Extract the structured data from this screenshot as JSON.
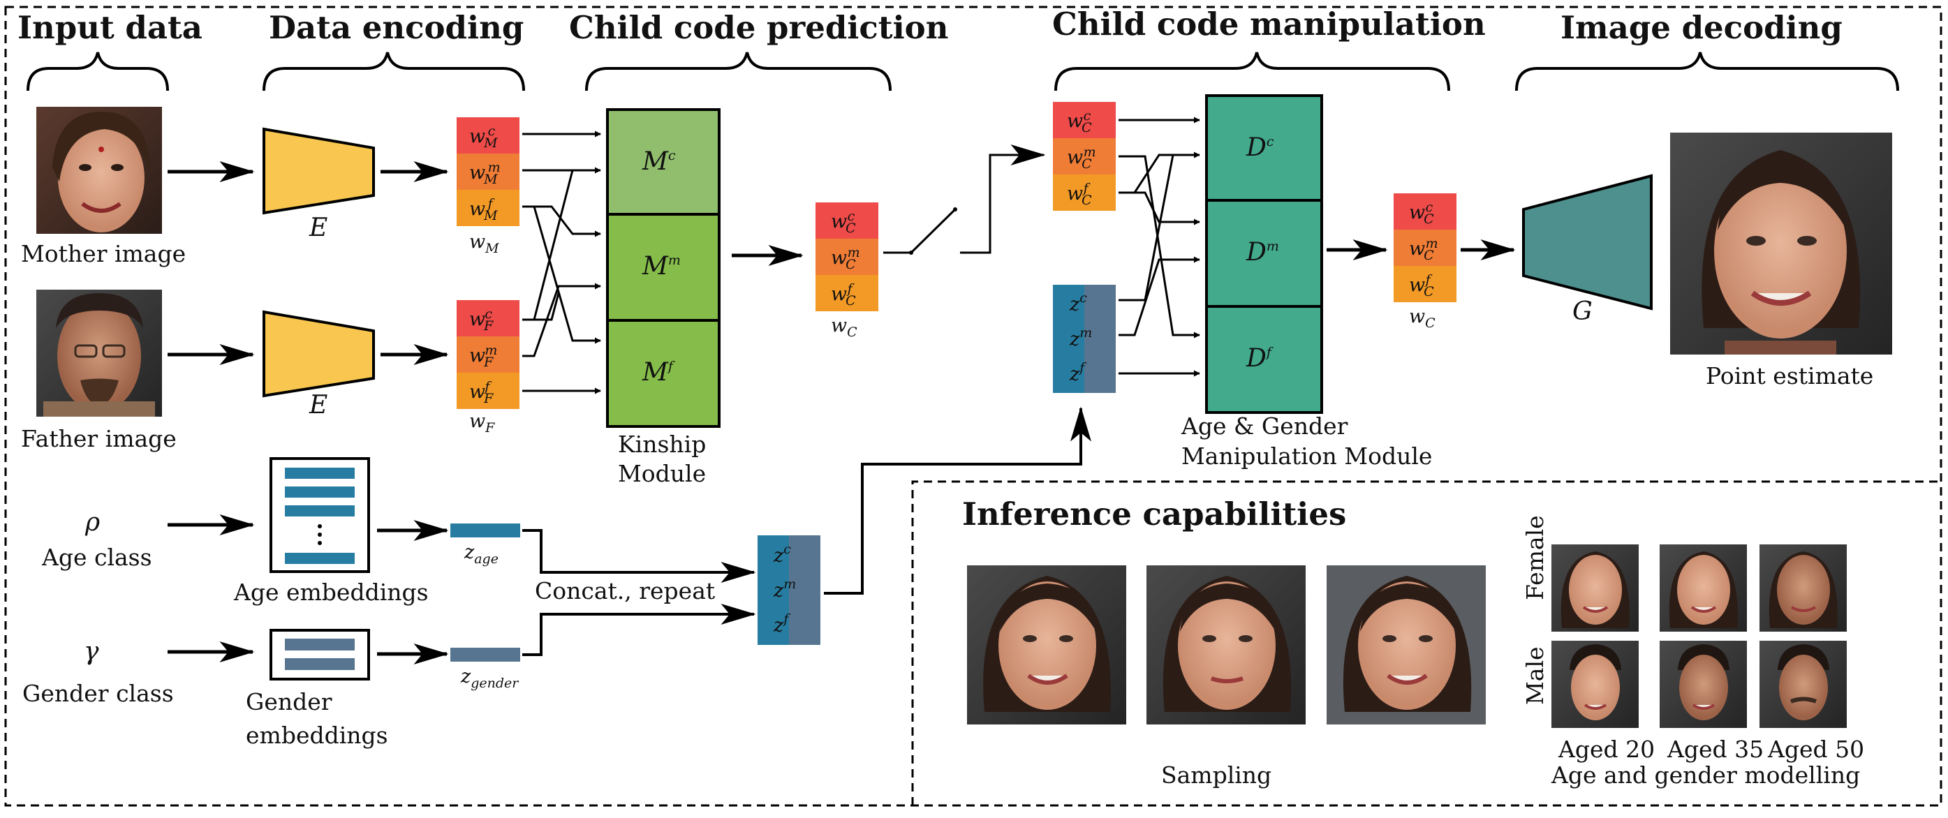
{
  "headers": {
    "input_data": "Input data",
    "data_encoding": "Data encoding",
    "child_code_prediction": "Child code prediction",
    "child_code_manipulation": "Child code manipulation",
    "image_decoding": "Image decoding",
    "inference_capabilities": "Inference capabilities"
  },
  "inputs": {
    "mother_image": "Mother image",
    "father_image": "Father image",
    "age_symbol": "ρ",
    "age_class": "Age class",
    "gender_symbol": "γ",
    "gender_class": "Gender class"
  },
  "encoding": {
    "encoder_label": "E",
    "age_embeddings": "Age embeddings",
    "gender_embeddings_line1": "Gender",
    "gender_embeddings_line2": "embeddings",
    "z_age": "z",
    "z_age_sub": "age",
    "z_gender": "z",
    "z_gender_sub": "gender",
    "concat_label": "Concat., repeat"
  },
  "codes": {
    "mother": {
      "caption": "w",
      "caption_sub": "M",
      "rows": [
        "c",
        "m",
        "f"
      ]
    },
    "father": {
      "caption": "w",
      "caption_sub": "F",
      "rows": [
        "c",
        "m",
        "f"
      ]
    },
    "child": {
      "caption": "w",
      "caption_sub": "C",
      "rows": [
        "c",
        "m",
        "f"
      ]
    }
  },
  "kinship": {
    "blocks": [
      "M",
      "M",
      "M"
    ],
    "block_sup": [
      "c",
      "m",
      "f"
    ],
    "label_line1": "Kinship",
    "label_line2": "Module"
  },
  "manipulation": {
    "blocks": [
      "D",
      "D",
      "D"
    ],
    "block_sup": [
      "c",
      "m",
      "f"
    ],
    "z_rows": [
      "c",
      "m",
      "f"
    ],
    "label_line1": "Age & Gender",
    "label_line2": "Manipulation Module"
  },
  "decoding": {
    "generator_label": "G",
    "output_label": "Point estimate"
  },
  "inference": {
    "sampling_label": "Sampling",
    "row_female": "Female",
    "row_male": "Male",
    "ages": [
      "Aged 20",
      "Aged 35",
      "Aged 50"
    ],
    "age_gender_label": "Age and gender modelling"
  },
  "colors": {
    "code_red": "#ee4b49",
    "code_orange": "#f07d36",
    "code_amber": "#f39a26",
    "encoder_yellow": "#f9c74f",
    "kinship_light": "#90be6d",
    "kinship_green": "#86bd4a",
    "manip_teal": "#43aa8b",
    "generator_teal": "#4d908e",
    "embed_blue": "#277da1",
    "embed_slate": "#577590"
  }
}
